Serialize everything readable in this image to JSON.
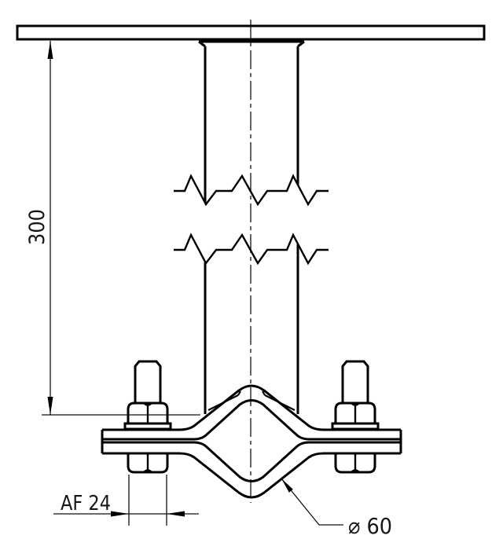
{
  "drawing": {
    "type": "technical-drawing",
    "subject": "pipe-clamp-mount-side-view",
    "colors": {
      "line": "#000000",
      "background": "#ffffff"
    },
    "labels": {
      "height": "300",
      "across_flats": "AF 24",
      "diameter": "⌀ 60"
    }
  }
}
